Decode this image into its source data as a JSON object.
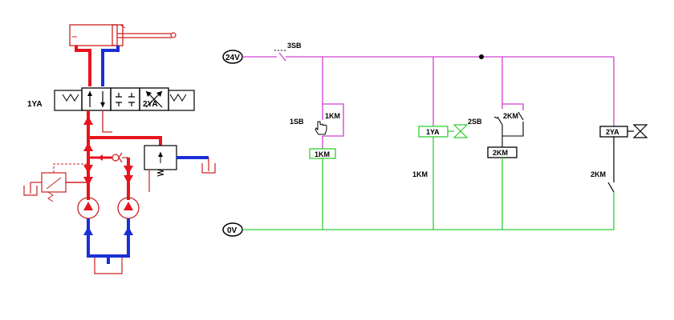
{
  "colors": {
    "pressure": "#e8141c",
    "return": "#1a2fd6",
    "thin": "#cc2020",
    "supply": "#d040d0",
    "neutral": "#33cc33",
    "dark": "#000000"
  },
  "hydraulic": {
    "valve_left_label": "1YA",
    "valve_right_label": "2YA"
  },
  "electrical": {
    "rail_top_label": "24V",
    "rail_bottom_label": "0V",
    "stop_button_label": "3SB",
    "start_button_label": "1SB",
    "seal_contact_label": "1KM",
    "relay1_coil_label": "1KM",
    "contact1_label": "1KM",
    "solenoid1_label": "1YA",
    "button2_label": "2SB",
    "seal2_contact_label": "2KM",
    "relay2_coil_label": "2KM",
    "contact2_label": "2KM",
    "solenoid2_label": "2YA"
  }
}
